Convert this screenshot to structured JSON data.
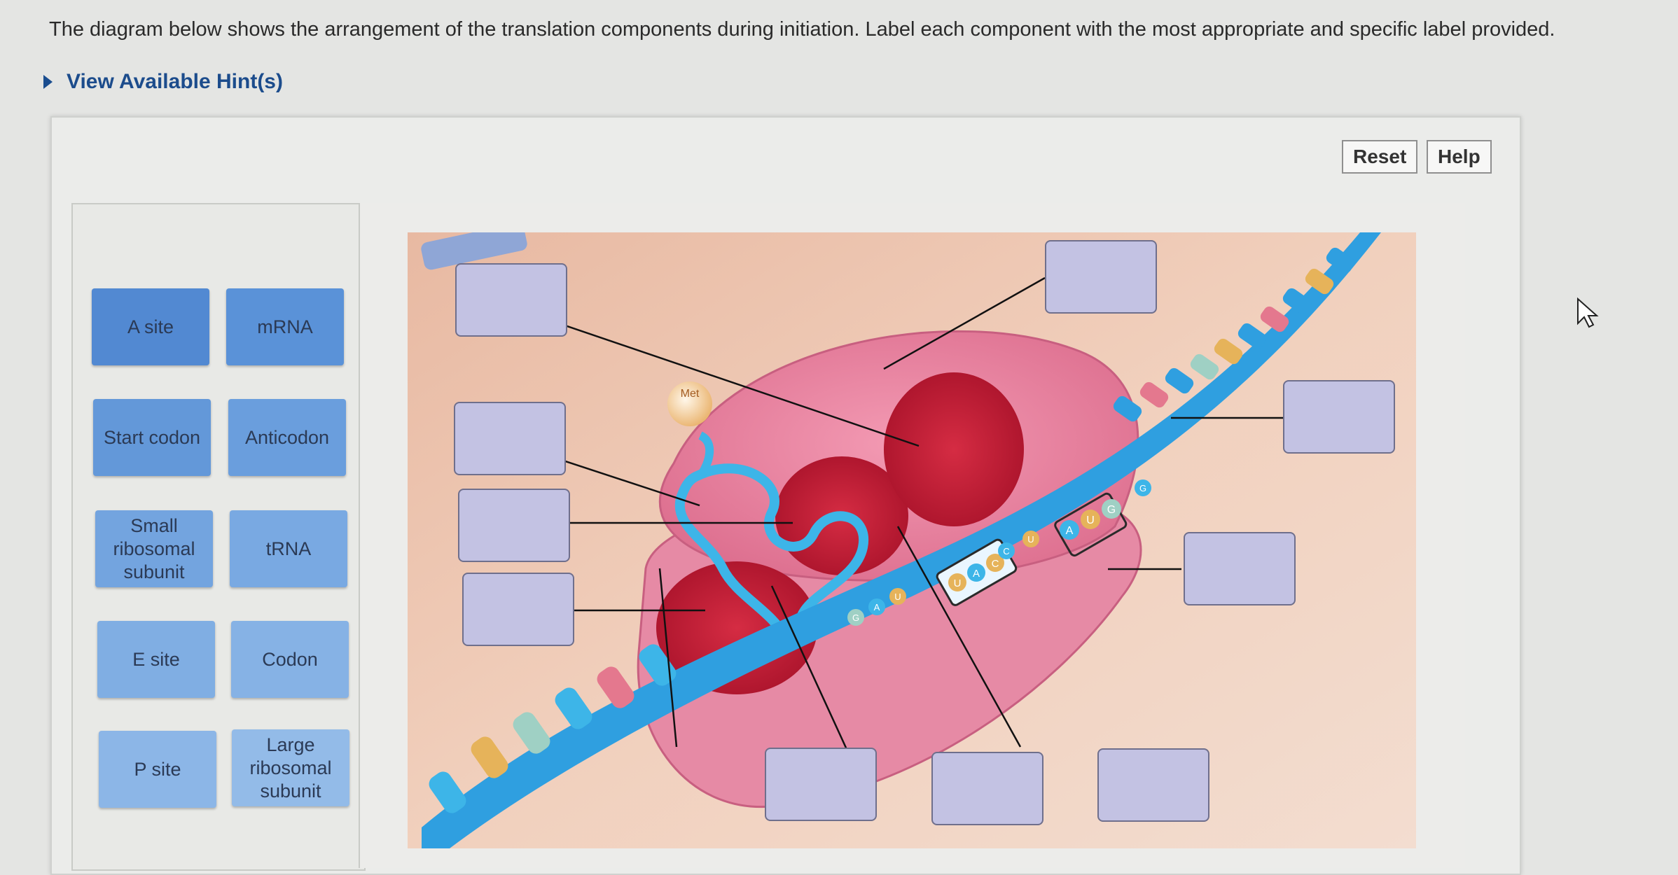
{
  "instructions": "The diagram below shows the arrangement of the translation components during initiation. Label each component with the most appropriate and specific label provided.",
  "hints": {
    "label": "View Available Hint(s)"
  },
  "toolbar": {
    "reset_label": "Reset",
    "help_label": "Help"
  },
  "labels": {
    "a_site": "A site",
    "mrna": "mRNA",
    "start_codon": "Start codon",
    "anticodon": "Anticodon",
    "small_subunit": "Small ribosomal subunit",
    "trna": "tRNA",
    "e_site": "E site",
    "codon": "Codon",
    "p_site": "P site",
    "large_subunit": "Large ribosomal subunit"
  },
  "diagram": {
    "met_label": "Met",
    "codon_bases": [
      "A",
      "U",
      "G"
    ],
    "anticodon_bases": [
      "U",
      "A",
      "C"
    ],
    "other_bases": [
      "C",
      "U",
      "G",
      "U",
      "A",
      "G"
    ]
  },
  "colors": {
    "tile_bright": "#4f8bd6",
    "tile_faded": "#7aa8e0",
    "drop_target": "#c3c2e3",
    "mrna_strand": "#2f9fe0",
    "ribosome": "#e07a98"
  }
}
